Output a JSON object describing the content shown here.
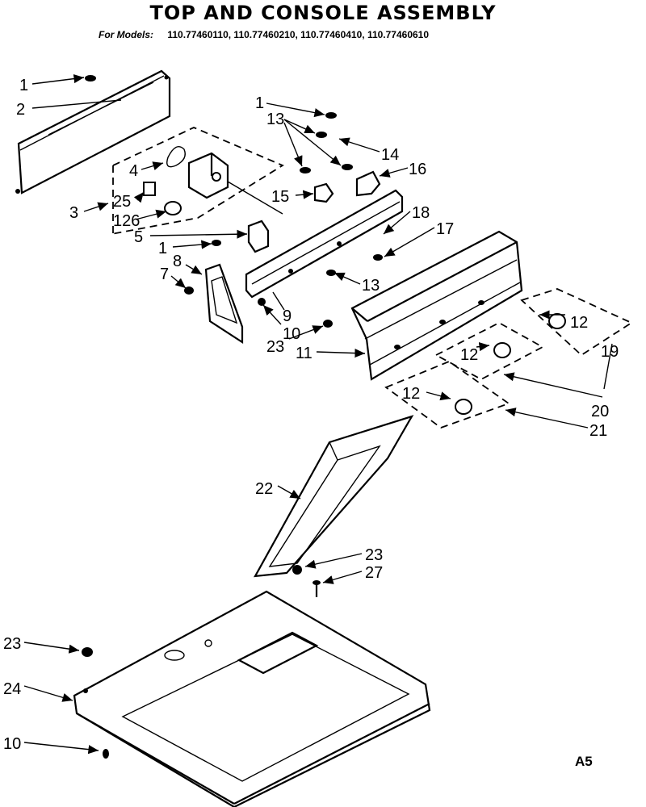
{
  "title": "TOP AND CONSOLE ASSEMBLY",
  "models": {
    "label": "For Models:",
    "list": "110.77460110, 110.77460210, 110.77460410, 110.77460610"
  },
  "diagram_code": "A5",
  "callouts": [
    "1",
    "2",
    "1",
    "13",
    "14",
    "16",
    "4",
    "25",
    "3",
    "126",
    "15",
    "18",
    "17",
    "5",
    "1",
    "8",
    "7",
    "13",
    "9",
    "10",
    "23",
    "11",
    "12",
    "12",
    "12",
    "19",
    "20",
    "21",
    "22",
    "23",
    "27",
    "23",
    "24",
    "10"
  ]
}
